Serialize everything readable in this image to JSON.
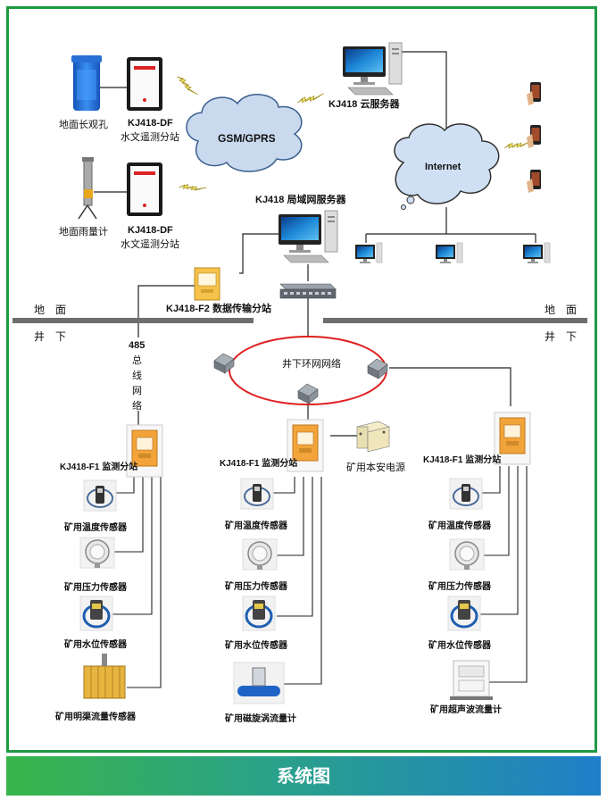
{
  "labels": {
    "surface_hole": "地面长观孔",
    "rain_gauge": "地面雨量计",
    "df_station_top_model": "KJ418-DF",
    "df_station_top_name": "水文遥测分站",
    "df_station_bottom_model": "KJ418-DF",
    "df_station_bottom_name": "水文遥测分站",
    "gsm": "GSM/GPRS",
    "cloud_server": "KJ418 云服务器",
    "internet": "Internet",
    "lan_server": "KJ418 局域网服务器",
    "f2_station": "KJ418-F2 数据传输分站",
    "ground_left": "地　面",
    "ground_right": "地　面",
    "under_left": "井　下",
    "under_right": "井　下",
    "bus_485": "485",
    "bus_chars": [
      "总",
      "线",
      "网",
      "络"
    ],
    "ring_network": "井下环网网络",
    "safety_power": "矿用本安电源",
    "f1_station_1": "KJ418-F1 监测分站",
    "f1_station_2": "KJ418-F1 监测分站",
    "f1_station_3": "KJ418-F1 监测分站",
    "col1_sensors": [
      "矿用温度传感器",
      "矿用压力传感器",
      "矿用水位传感器",
      "矿用明渠流量传感器"
    ],
    "col2_sensors": [
      "矿用温度传感器",
      "矿用压力传感器",
      "矿用水位传感器",
      "矿用磁旋涡流量计"
    ],
    "col3_sensors": [
      "矿用温度传感器",
      "矿用压力传感器",
      "矿用水位传感器",
      "矿用超声波流量计"
    ]
  },
  "footer": {
    "title": "系统图"
  },
  "colors": {
    "frame_green": "#1f9a43",
    "ring_red": "#e02020",
    "station_orange": "#f2a33a",
    "cloud_blue": "#cfe0f4",
    "monitor_blue": "#1e6fc4"
  }
}
